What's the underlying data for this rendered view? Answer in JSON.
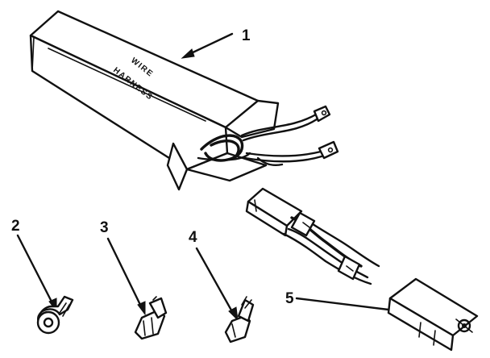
{
  "callouts": {
    "c1": "1",
    "c2": "2",
    "c3": "3",
    "c4": "4",
    "c5": "5"
  },
  "box_label": {
    "line1": "WIRE",
    "line2": "HARNESS"
  },
  "colors": {
    "ink": "#111111",
    "paper": "#ffffff"
  }
}
